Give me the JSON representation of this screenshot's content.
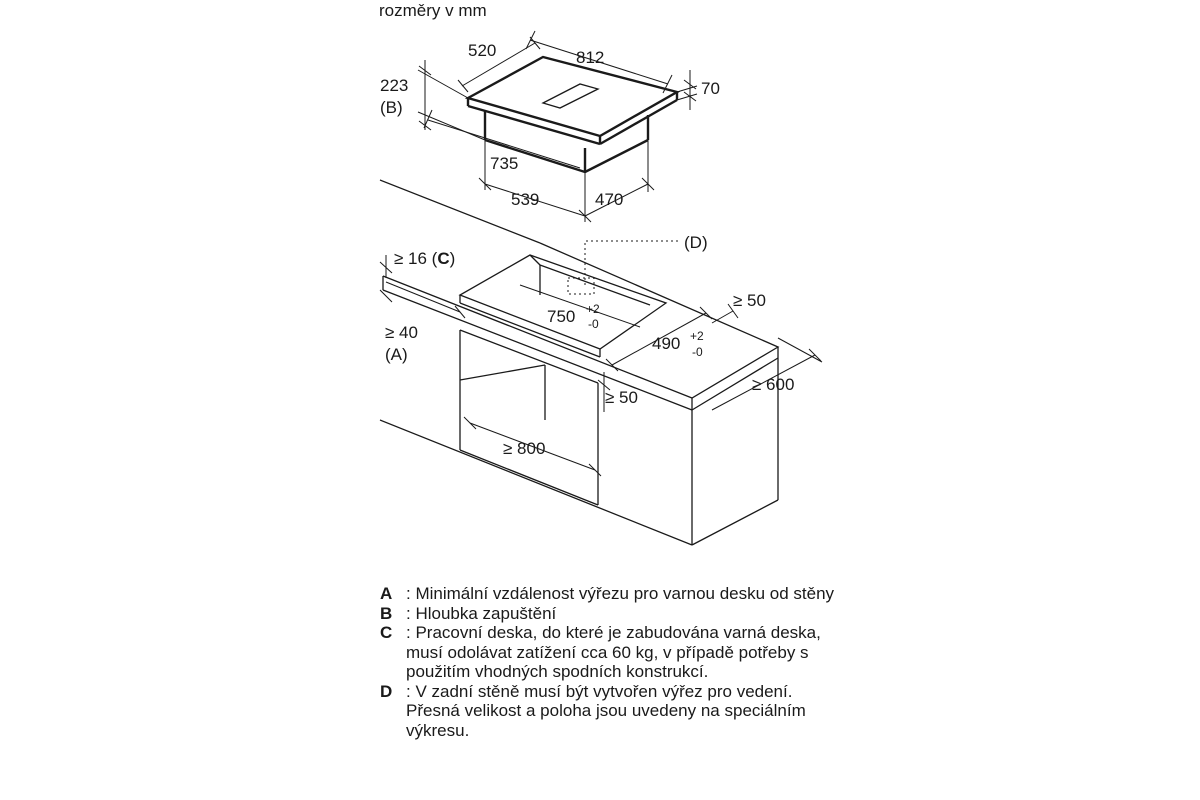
{
  "header": {
    "units": "rozměry v mm"
  },
  "dimensions": {
    "d520": "520",
    "d812": "812",
    "d223": "223",
    "d_b": "(B)",
    "d70": "70",
    "d735": "735",
    "d539": "539",
    "d470": "470",
    "d_d": "(D)",
    "d16": "≥ 16 (",
    "d16_c": "C",
    "d16_close": ")",
    "d50_top": "≥ 50",
    "d750": "750",
    "d750_plus": "+2",
    "d750_minus": "-0",
    "d490": "490",
    "d490_plus": "+2",
    "d490_minus": "-0",
    "d40": "≥ 40",
    "d_a": "(A)",
    "d600": "≥ 600",
    "d50_side": "≥ 50",
    "d800": "≥ 800"
  },
  "legend": [
    {
      "key": "A",
      "text": ": Minimální vzdálenost výřezu pro varnou desku od stěny"
    },
    {
      "key": "B",
      "text": ": Hloubka zapuštění"
    },
    {
      "key": "C",
      "text": ": Pracovní deska, do které je zabudována varná deska, musí odolávat zatížení cca 60 kg, v případě potřeby s použitím vhodných spodních konstrukcí."
    },
    {
      "key": "D",
      "text": ": V zadní stěně musí být vytvořen výřez pro vedení. Přesná velikost a poloha jsou uvedeny na speciálním výkresu."
    }
  ]
}
